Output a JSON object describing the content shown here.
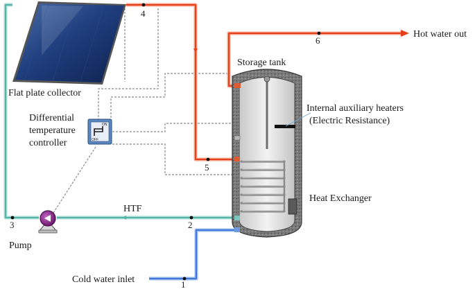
{
  "labels": {
    "collector": "Flat plate collector",
    "controller_line1": "Differential",
    "controller_line2": "temperature",
    "controller_line3": "controller",
    "storage_tank": "Storage tank",
    "hot_water_out": "Hot water out",
    "aux_heaters_line1": "Internal auxiliary heaters",
    "aux_heaters_line2": "(Electric Resistance)",
    "heat_exchanger": "Heat Exchanger",
    "htf": "HTF",
    "pump": "Pump",
    "cold_water_inlet": "Cold water inlet",
    "controller_on": "ON",
    "controller_off": "OFF"
  },
  "nodes": [
    "1",
    "2",
    "3",
    "4",
    "5",
    "6"
  ],
  "colors": {
    "hot_pipe": "#e8401c",
    "hot_glow": "#f6a48c",
    "return_pipe": "#58b4aa",
    "return_glow": "#a9dcd5",
    "cold_pipe": "#3f78d8",
    "cold_glow": "#9ab9ee",
    "pump": "#8a2a8c",
    "controller": "#5a86bf",
    "control_line": "#8a8a8a"
  }
}
